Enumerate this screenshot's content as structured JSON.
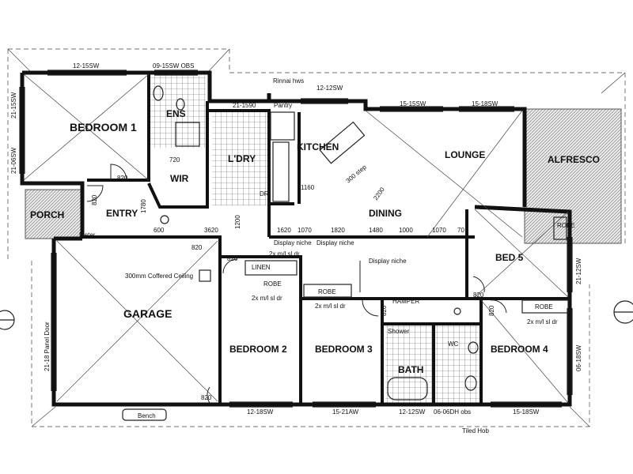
{
  "rooms": {
    "bedroom1": "BEDROOM 1",
    "ens": "ENS",
    "wir": "WIR",
    "ldry": "L'DRY",
    "kitchen": "KITCHEN",
    "lounge": "LOUNGE",
    "alfresco": "ALFRESCO",
    "dining": "DINING",
    "porch": "PORCH",
    "entry": "ENTRY",
    "garage": "GARAGE",
    "bed5": "BED 5",
    "bedroom2": "BEDROOM 2",
    "bedroom3": "BEDROOM 3",
    "bedroom4": "BEDROOM 4",
    "bath": "BATH",
    "linen": "LINEN",
    "robe": "ROBE",
    "pantry": "Pantry",
    "wc": "WC"
  },
  "dimensions": {
    "d_12_15sw": "12-15SW",
    "d_09_15sw_obs": "09-15SW OBS",
    "d_21_15sw": "21-15SW",
    "d_21_06sw": "21-06SW",
    "d_21_1590": "21-1590",
    "d_12_12sw": "12-12SW",
    "d_15_15sw": "15-15SW",
    "d_15_18sw": "15-18SW",
    "d_21_12sw": "21-12SW",
    "d_06_18sw": "06-18SW",
    "d_12_18sw": "12-18SW",
    "d_15_21aw": "15-21AW",
    "d_12_12sw_b": "12-12SW",
    "d_06_06_obs": "06-06DH obs",
    "d_15_18sw_b": "15-18SW",
    "d_21_18": "21-18 Panel Door",
    "d_820_a": "820",
    "d_820_b": "820",
    "d_820_c": "820",
    "d_820_d": "820",
    "d_820_e": "820",
    "d_820_f": "820",
    "d_820_g": "820",
    "d_820_h": "820",
    "d_1620": "1620",
    "d_1070": "1070",
    "d_1820": "1820",
    "d_1480": "1480",
    "d_1000": "1000",
    "d_1070b": "1070",
    "d_70": "70",
    "d_3620": "3620",
    "d_600": "600",
    "d_1160": "1160",
    "d_1200": "1200",
    "d_2200": "2200",
    "d_720": "720",
    "d_1780": "1780"
  },
  "notes": {
    "rinnai": "Rinnai hws",
    "display_niche1": "Display niche",
    "display_niche2": "Display niche",
    "display_niche3": "Display niche",
    "ceiling": "300mm Coffered Ceiling",
    "hamper": "HAMPER",
    "shelves1": "2x m/l sl dr",
    "shelves2": "2x m/l sl dr",
    "shelves3": "2x m/l sl dr",
    "shelves4": "2x m/l sl dr",
    "tiled_hob": "Tiled Hob",
    "shower": "Shower",
    "bench": "Bench",
    "meter": "Meter",
    "island": "300 step",
    "pantry_note": "Pantry",
    "dr": "DR"
  }
}
